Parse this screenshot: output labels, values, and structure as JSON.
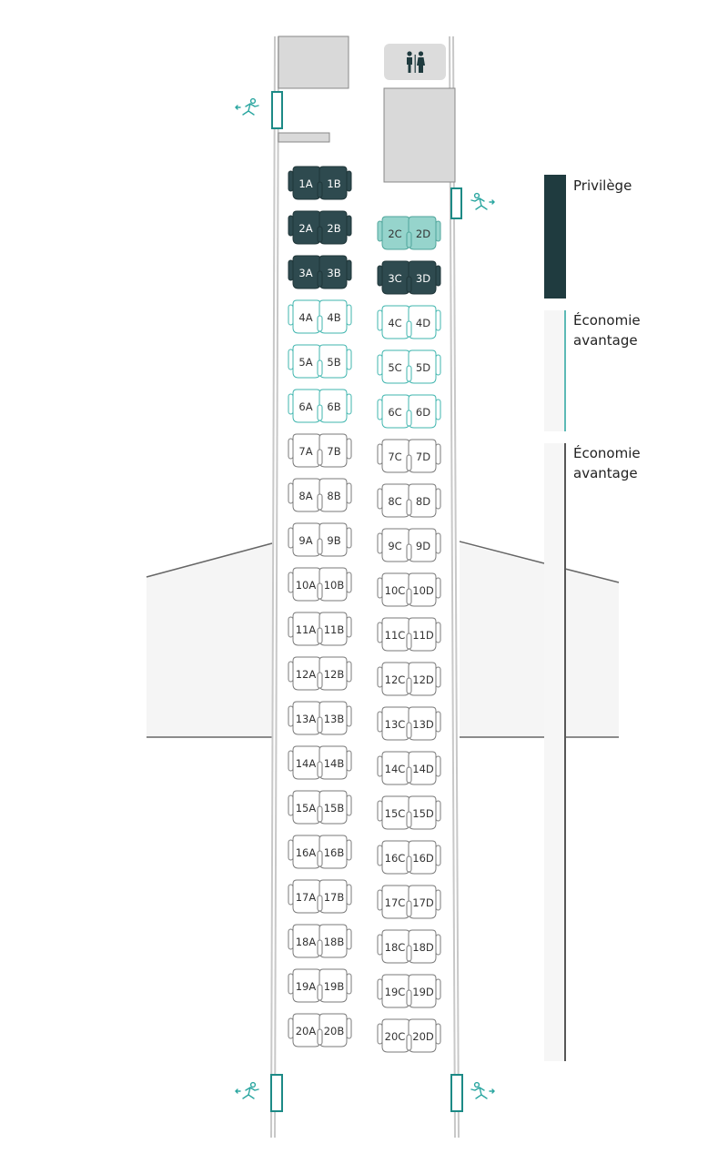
{
  "legend": [
    {
      "id": "privilege",
      "label": "Privilège",
      "fill": "#1f3b3f",
      "edge": "#1f3b3f"
    },
    {
      "id": "eco-avantage-1",
      "label": "Économie\navantage",
      "fill": "#f6f6f6",
      "edge": "#2aa6a0"
    },
    {
      "id": "eco-avantage-2",
      "label": "Économie\navantage",
      "fill": "#f6f6f6",
      "edge": "#222222"
    }
  ],
  "seat_styles": {
    "dark": {
      "fill": "#2e4a4f",
      "stroke": "#1f3538",
      "text": "#ffffff"
    },
    "selected": {
      "fill": "#96d4cc",
      "stroke": "#4fa59b",
      "text": "#333333"
    },
    "teal": {
      "fill": "#ffffff",
      "stroke": "#3fb5ae",
      "text": "#333333"
    },
    "standard": {
      "fill": "#ffffff",
      "stroke": "#7a7a7a",
      "text": "#333333"
    }
  },
  "rows_left": [
    {
      "row": 1,
      "seats": [
        "1A",
        "1B"
      ],
      "style": "dark"
    },
    {
      "row": 2,
      "seats": [
        "2A",
        "2B"
      ],
      "style": "dark"
    },
    {
      "row": 3,
      "seats": [
        "3A",
        "3B"
      ],
      "style": "dark"
    },
    {
      "row": 4,
      "seats": [
        "4A",
        "4B"
      ],
      "style": "teal"
    },
    {
      "row": 5,
      "seats": [
        "5A",
        "5B"
      ],
      "style": "teal"
    },
    {
      "row": 6,
      "seats": [
        "6A",
        "6B"
      ],
      "style": "teal"
    },
    {
      "row": 7,
      "seats": [
        "7A",
        "7B"
      ],
      "style": "standard"
    },
    {
      "row": 8,
      "seats": [
        "8A",
        "8B"
      ],
      "style": "standard"
    },
    {
      "row": 9,
      "seats": [
        "9A",
        "9B"
      ],
      "style": "standard"
    },
    {
      "row": 10,
      "seats": [
        "10A",
        "10B"
      ],
      "style": "standard"
    },
    {
      "row": 11,
      "seats": [
        "11A",
        "11B"
      ],
      "style": "standard"
    },
    {
      "row": 12,
      "seats": [
        "12A",
        "12B"
      ],
      "style": "standard"
    },
    {
      "row": 13,
      "seats": [
        "13A",
        "13B"
      ],
      "style": "standard"
    },
    {
      "row": 14,
      "seats": [
        "14A",
        "14B"
      ],
      "style": "standard"
    },
    {
      "row": 15,
      "seats": [
        "15A",
        "15B"
      ],
      "style": "standard"
    },
    {
      "row": 16,
      "seats": [
        "16A",
        "16B"
      ],
      "style": "standard"
    },
    {
      "row": 17,
      "seats": [
        "17A",
        "17B"
      ],
      "style": "standard"
    },
    {
      "row": 18,
      "seats": [
        "18A",
        "18B"
      ],
      "style": "standard"
    },
    {
      "row": 19,
      "seats": [
        "19A",
        "19B"
      ],
      "style": "standard"
    },
    {
      "row": 20,
      "seats": [
        "20A",
        "20B"
      ],
      "style": "standard"
    }
  ],
  "rows_right": [
    {
      "row": 2,
      "seats": [
        "2C",
        "2D"
      ],
      "style": "selected"
    },
    {
      "row": 3,
      "seats": [
        "3C",
        "3D"
      ],
      "style": "dark"
    },
    {
      "row": 4,
      "seats": [
        "4C",
        "4D"
      ],
      "style": "teal"
    },
    {
      "row": 5,
      "seats": [
        "5C",
        "5D"
      ],
      "style": "teal"
    },
    {
      "row": 6,
      "seats": [
        "6C",
        "6D"
      ],
      "style": "teal"
    },
    {
      "row": 7,
      "seats": [
        "7C",
        "7D"
      ],
      "style": "standard"
    },
    {
      "row": 8,
      "seats": [
        "8C",
        "8D"
      ],
      "style": "standard"
    },
    {
      "row": 9,
      "seats": [
        "9C",
        "9D"
      ],
      "style": "standard"
    },
    {
      "row": 10,
      "seats": [
        "10C",
        "10D"
      ],
      "style": "standard"
    },
    {
      "row": 11,
      "seats": [
        "11C",
        "11D"
      ],
      "style": "standard"
    },
    {
      "row": 12,
      "seats": [
        "12C",
        "12D"
      ],
      "style": "standard"
    },
    {
      "row": 13,
      "seats": [
        "13C",
        "13D"
      ],
      "style": "standard"
    },
    {
      "row": 14,
      "seats": [
        "14C",
        "14D"
      ],
      "style": "standard"
    },
    {
      "row": 15,
      "seats": [
        "15C",
        "15D"
      ],
      "style": "standard"
    },
    {
      "row": 16,
      "seats": [
        "16C",
        "16D"
      ],
      "style": "standard"
    },
    {
      "row": 17,
      "seats": [
        "17C",
        "17D"
      ],
      "style": "standard"
    },
    {
      "row": 18,
      "seats": [
        "18C",
        "18D"
      ],
      "style": "standard"
    },
    {
      "row": 19,
      "seats": [
        "19C",
        "19D"
      ],
      "style": "standard"
    },
    {
      "row": 20,
      "seats": [
        "20C",
        "20D"
      ],
      "style": "standard"
    }
  ],
  "icons": {
    "lavatory": "lavatory-icon",
    "exit": "emergency-exit-icon",
    "exit_color": "#2aa6a0",
    "door_color": "#1d8a86"
  },
  "colors": {
    "fuselage": "#c8c8c8",
    "galley": "#d9d9d9",
    "wing": "#f5f5f5",
    "wing_edge": "#666666"
  }
}
